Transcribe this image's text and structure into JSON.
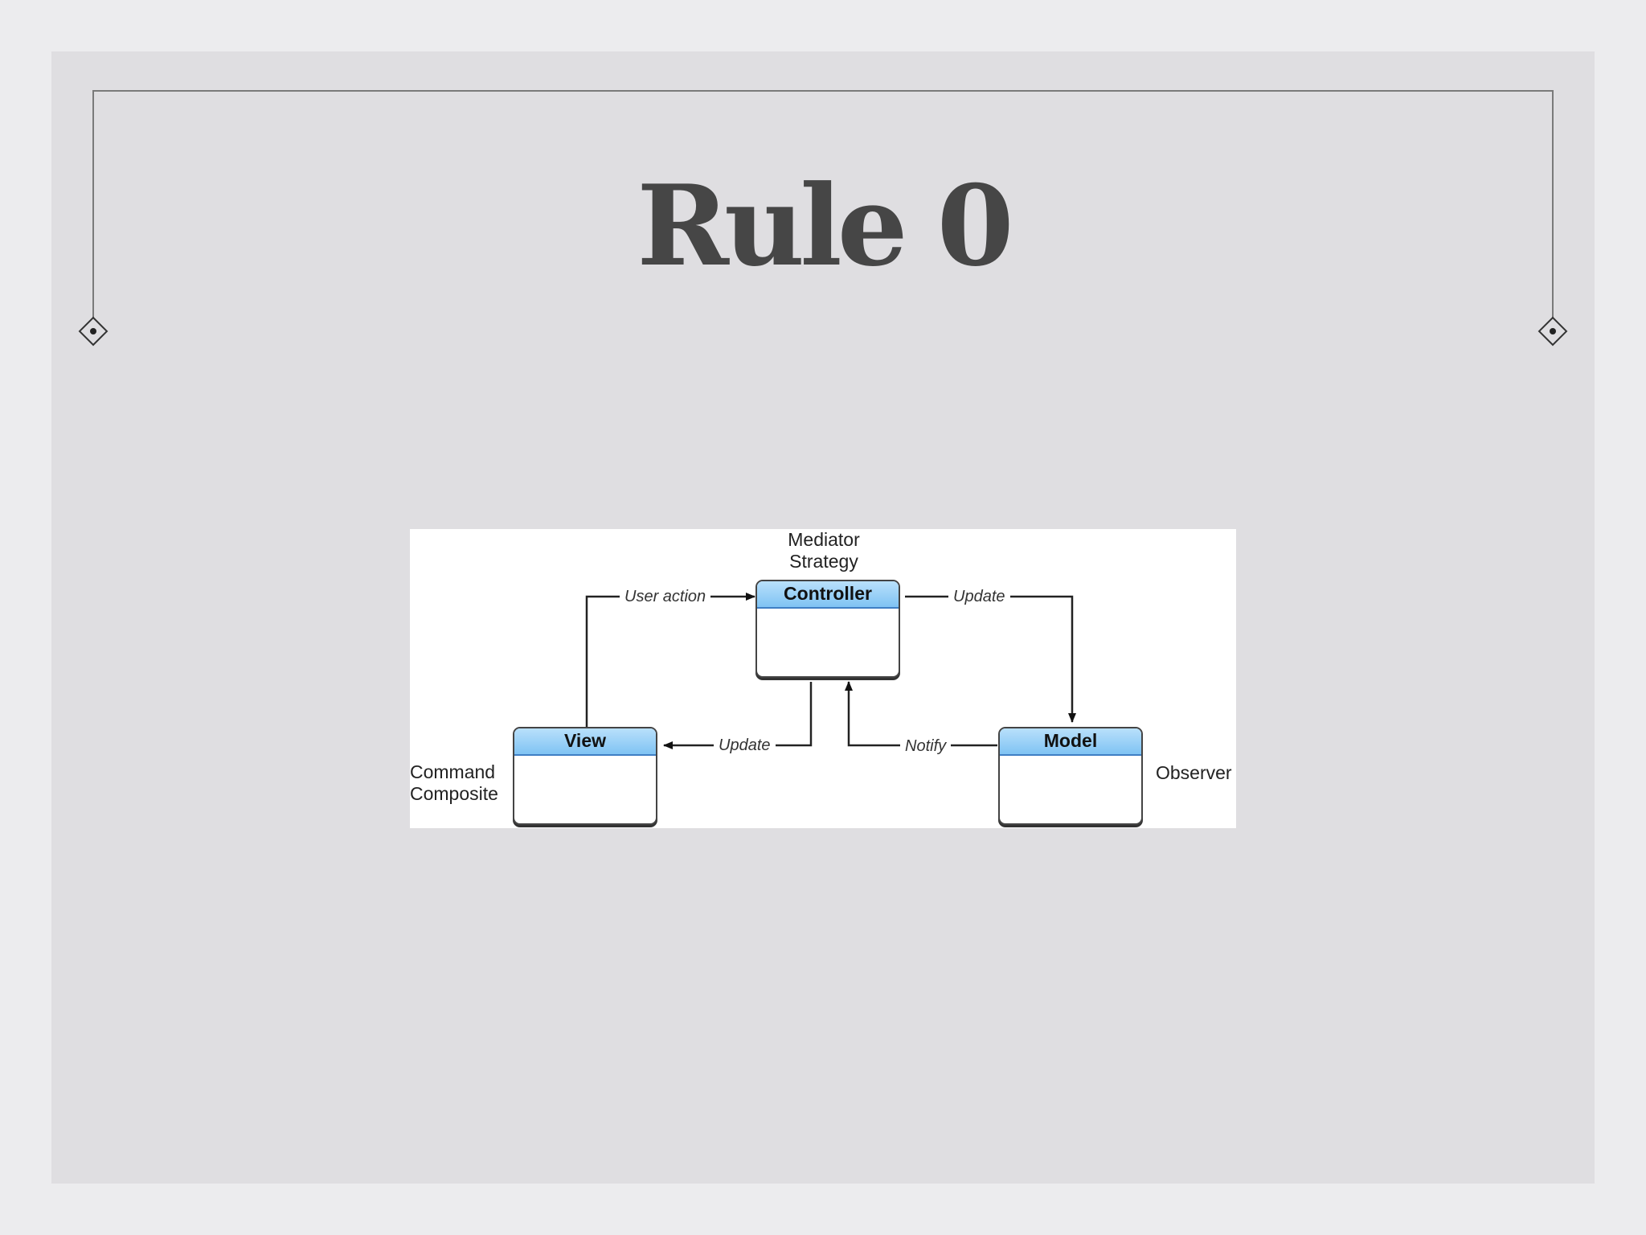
{
  "slide": {
    "title": "Rule 0"
  },
  "diagram": {
    "boxes": {
      "controller": "Controller",
      "view": "View",
      "model": "Model"
    },
    "patterns": {
      "controller_line1": "Mediator",
      "controller_line2": "Strategy",
      "view_line1": "Command",
      "view_line2": "Composite",
      "model": "Observer"
    },
    "edges": {
      "view_to_controller": "User action",
      "controller_to_model": "Update",
      "controller_to_view": "Update",
      "model_to_controller": "Notify"
    }
  },
  "colors": {
    "page_background": "#ececee",
    "slide_background": "#dfdee1",
    "title_color": "#464646",
    "box_header_top": "#b9e0fb",
    "box_header_bottom": "#7fc3f3"
  }
}
